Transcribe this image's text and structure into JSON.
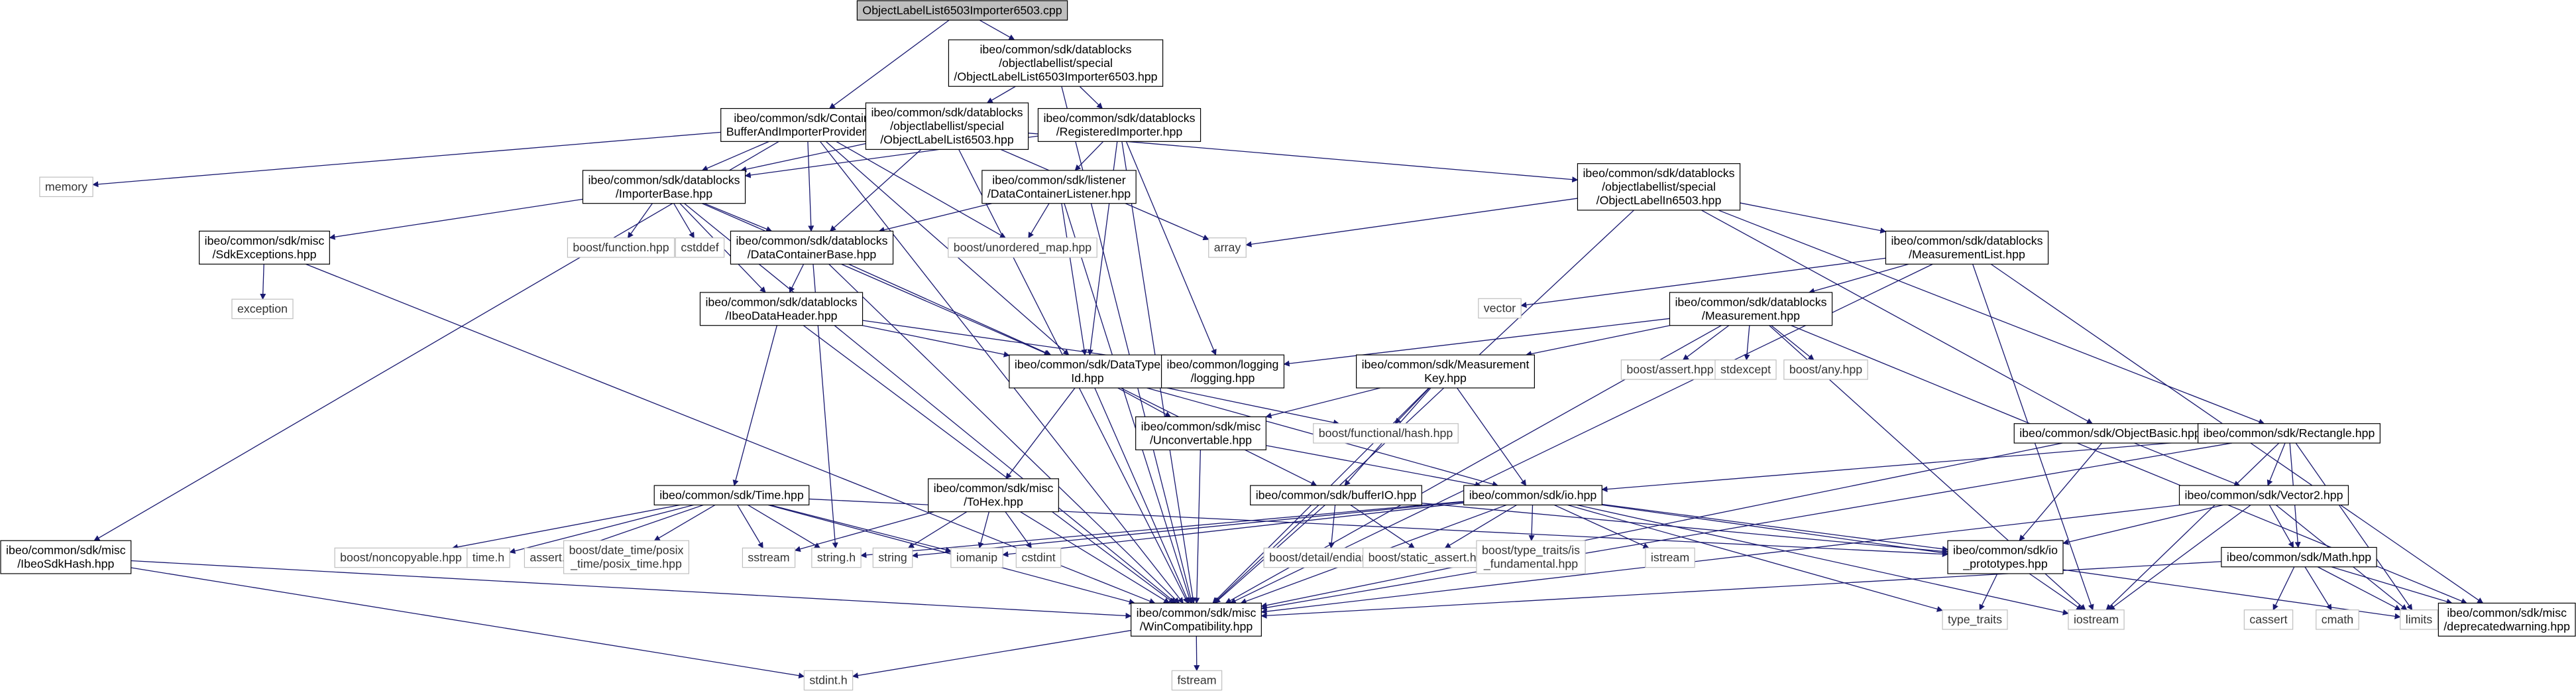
{
  "diagram": {
    "node_color": "#ffffff",
    "root_fill": "#bfbfbf",
    "edge_color": "#191970",
    "leaf_text_color": "#333333",
    "nodes": [
      {
        "id": "root",
        "lines": [
          "ObjectLabelList6503Importer6503.cpp"
        ],
        "root": true
      },
      {
        "id": "imp6503",
        "lines": [
          "ibeo/common/sdk/datablocks",
          "/objectlabellist/special",
          "/ObjectLabelList6503Importer6503.hpp"
        ]
      },
      {
        "id": "cbip",
        "lines": [
          "ibeo/common/sdk/Container",
          "BufferAndImporterProvider.hpp"
        ]
      },
      {
        "id": "oll6503",
        "lines": [
          "ibeo/common/sdk/datablocks",
          "/objectlabellist/special",
          "/ObjectLabelList6503.hpp"
        ]
      },
      {
        "id": "regimp",
        "lines": [
          "ibeo/common/sdk/datablocks",
          "/RegisteredImporter.hpp"
        ]
      },
      {
        "id": "memory",
        "lines": [
          "memory"
        ],
        "leaf": true
      },
      {
        "id": "impbase",
        "lines": [
          "ibeo/common/sdk/datablocks",
          "/ImporterBase.hpp"
        ]
      },
      {
        "id": "dclistener",
        "lines": [
          "ibeo/common/sdk/listener",
          "/DataContainerListener.hpp"
        ]
      },
      {
        "id": "objlabel",
        "lines": [
          "ibeo/common/sdk/datablocks",
          "/objectlabellist/special",
          "/ObjectLabelIn6503.hpp"
        ]
      },
      {
        "id": "sdkexc",
        "lines": [
          "ibeo/common/sdk/misc",
          "/SdkExceptions.hpp"
        ]
      },
      {
        "id": "boostfn",
        "lines": [
          "boost/function.hpp"
        ],
        "leaf": true
      },
      {
        "id": "cstddef",
        "lines": [
          "cstddef"
        ],
        "leaf": true
      },
      {
        "id": "dcbase",
        "lines": [
          "ibeo/common/sdk/datablocks",
          "/DataContainerBase.hpp"
        ]
      },
      {
        "id": "unordmap",
        "lines": [
          "boost/unordered_map.hpp"
        ],
        "leaf": true
      },
      {
        "id": "array",
        "lines": [
          "array"
        ],
        "leaf": true
      },
      {
        "id": "measlist",
        "lines": [
          "ibeo/common/sdk/datablocks",
          "/MeasurementList.hpp"
        ]
      },
      {
        "id": "exception",
        "lines": [
          "exception"
        ],
        "leaf": true
      },
      {
        "id": "ibeohdr",
        "lines": [
          "ibeo/common/sdk/datablocks",
          "/IbeoDataHeader.hpp"
        ]
      },
      {
        "id": "vector",
        "lines": [
          "vector"
        ],
        "leaf": true
      },
      {
        "id": "measurement",
        "lines": [
          "ibeo/common/sdk/datablocks",
          "/Measurement.hpp"
        ]
      },
      {
        "id": "datatype",
        "lines": [
          "ibeo/common/sdk/DataType",
          "Id.hpp"
        ]
      },
      {
        "id": "logging",
        "lines": [
          "ibeo/common/logging",
          "/logging.hpp"
        ]
      },
      {
        "id": "measkey",
        "lines": [
          "ibeo/common/sdk/Measurement",
          "Key.hpp"
        ]
      },
      {
        "id": "bassert",
        "lines": [
          "boost/assert.hpp"
        ],
        "leaf": true
      },
      {
        "id": "stdexcept",
        "lines": [
          "stdexcept"
        ],
        "leaf": true
      },
      {
        "id": "bany",
        "lines": [
          "boost/any.hpp"
        ],
        "leaf": true
      },
      {
        "id": "unconv",
        "lines": [
          "ibeo/common/sdk/misc",
          "/Unconvertable.hpp"
        ]
      },
      {
        "id": "bhash",
        "lines": [
          "boost/functional/hash.hpp"
        ],
        "leaf": true
      },
      {
        "id": "objbasic",
        "lines": [
          "ibeo/common/sdk/ObjectBasic.hpp"
        ]
      },
      {
        "id": "rect",
        "lines": [
          "ibeo/common/sdk/Rectangle.hpp"
        ]
      },
      {
        "id": "time",
        "lines": [
          "ibeo/common/sdk/Time.hpp"
        ]
      },
      {
        "id": "tohex",
        "lines": [
          "ibeo/common/sdk/misc",
          "/ToHex.hpp"
        ]
      },
      {
        "id": "bufferio",
        "lines": [
          "ibeo/common/sdk/bufferIO.hpp"
        ]
      },
      {
        "id": "io",
        "lines": [
          "ibeo/common/sdk/io.hpp"
        ]
      },
      {
        "id": "vec2",
        "lines": [
          "ibeo/common/sdk/Vector2.hpp"
        ]
      },
      {
        "id": "sdkhash",
        "lines": [
          "ibeo/common/sdk/misc",
          "/IbeoSdkHash.hpp"
        ]
      },
      {
        "id": "noncopy",
        "lines": [
          "boost/noncopyable.hpp"
        ],
        "leaf": true
      },
      {
        "id": "timeh",
        "lines": [
          "time.h"
        ],
        "leaf": true
      },
      {
        "id": "asserth",
        "lines": [
          "assert.h"
        ],
        "leaf": true
      },
      {
        "id": "posix",
        "lines": [
          "boost/date_time/posix",
          "_time/posix_time.hpp"
        ],
        "leaf": true
      },
      {
        "id": "sstream",
        "lines": [
          "sstream"
        ],
        "leaf": true
      },
      {
        "id": "stringh",
        "lines": [
          "string.h"
        ],
        "leaf": true
      },
      {
        "id": "string",
        "lines": [
          "string"
        ],
        "leaf": true
      },
      {
        "id": "iomanip",
        "lines": [
          "iomanip"
        ],
        "leaf": true
      },
      {
        "id": "cstdint",
        "lines": [
          "cstdint"
        ],
        "leaf": true
      },
      {
        "id": "endian",
        "lines": [
          "boost/detail/endian.hpp"
        ],
        "leaf": true
      },
      {
        "id": "sassert",
        "lines": [
          "boost/static_assert.hpp"
        ],
        "leaf": true
      },
      {
        "id": "typetraitsf",
        "lines": [
          "boost/type_traits/is",
          "_fundamental.hpp"
        ],
        "leaf": true
      },
      {
        "id": "istream",
        "lines": [
          "istream"
        ],
        "leaf": true
      },
      {
        "id": "ioproto",
        "lines": [
          "ibeo/common/sdk/io",
          "_prototypes.hpp"
        ]
      },
      {
        "id": "mathh",
        "lines": [
          "ibeo/common/sdk/Math.hpp"
        ]
      },
      {
        "id": "wincompat",
        "lines": [
          "ibeo/common/sdk/misc",
          "/WinCompatibility.hpp"
        ]
      },
      {
        "id": "typetraits",
        "lines": [
          "type_traits"
        ],
        "leaf": true
      },
      {
        "id": "ostream",
        "lines": [
          "iostream"
        ],
        "leaf": true
      },
      {
        "id": "cassert",
        "lines": [
          "cassert"
        ],
        "leaf": true
      },
      {
        "id": "cmath",
        "lines": [
          "cmath"
        ],
        "leaf": true
      },
      {
        "id": "limits",
        "lines": [
          "limits"
        ],
        "leaf": true
      },
      {
        "id": "deprec",
        "lines": [
          "ibeo/common/sdk/misc",
          "/deprecatedwarning.hpp"
        ]
      },
      {
        "id": "stdinth",
        "lines": [
          "stdint.h"
        ],
        "leaf": true
      },
      {
        "id": "fstream",
        "lines": [
          "fstream"
        ],
        "leaf": true
      }
    ],
    "edges": [
      [
        "root",
        "imp6503"
      ],
      [
        "root",
        "cbip"
      ],
      [
        "imp6503",
        "oll6503"
      ],
      [
        "imp6503",
        "regimp"
      ],
      [
        "imp6503",
        "wincompat"
      ],
      [
        "cbip",
        "memory"
      ],
      [
        "cbip",
        "impbase"
      ],
      [
        "cbip",
        "dcbase"
      ],
      [
        "cbip",
        "unordmap"
      ],
      [
        "cbip",
        "datatype"
      ],
      [
        "cbip",
        "sdkhash"
      ],
      [
        "cbip",
        "wincompat"
      ],
      [
        "oll6503",
        "impbase"
      ],
      [
        "oll6503",
        "dcbase"
      ],
      [
        "oll6503",
        "objlabel"
      ],
      [
        "oll6503",
        "array"
      ],
      [
        "oll6503",
        "wincompat"
      ],
      [
        "regimp",
        "impbase"
      ],
      [
        "regimp",
        "dclistener"
      ],
      [
        "regimp",
        "datatype"
      ],
      [
        "regimp",
        "logging"
      ],
      [
        "regimp",
        "wincompat"
      ],
      [
        "impbase",
        "sdkexc"
      ],
      [
        "impbase",
        "boostfn"
      ],
      [
        "impbase",
        "cstddef"
      ],
      [
        "impbase",
        "dcbase"
      ],
      [
        "impbase",
        "ibeohdr"
      ],
      [
        "impbase",
        "datatype"
      ],
      [
        "impbase",
        "wincompat"
      ],
      [
        "dclistener",
        "dcbase"
      ],
      [
        "dclistener",
        "unordmap"
      ],
      [
        "dclistener",
        "datatype"
      ],
      [
        "dclistener",
        "wincompat"
      ],
      [
        "objlabel",
        "array"
      ],
      [
        "objlabel",
        "measlist"
      ],
      [
        "objlabel",
        "objbasic"
      ],
      [
        "objlabel",
        "rect"
      ],
      [
        "objlabel",
        "wincompat"
      ],
      [
        "sdkexc",
        "exception"
      ],
      [
        "sdkexc",
        "wincompat"
      ],
      [
        "dcbase",
        "ibeohdr"
      ],
      [
        "dcbase",
        "datatype"
      ],
      [
        "dcbase",
        "stringh"
      ],
      [
        "dcbase",
        "wincompat"
      ],
      [
        "measlist",
        "vector"
      ],
      [
        "measlist",
        "measurement"
      ],
      [
        "measlist",
        "deprec"
      ],
      [
        "measlist",
        "ostream"
      ],
      [
        "measlist",
        "wincompat"
      ],
      [
        "ibeohdr",
        "datatype"
      ],
      [
        "ibeohdr",
        "time"
      ],
      [
        "ibeohdr",
        "logging"
      ],
      [
        "ibeohdr",
        "wincompat"
      ],
      [
        "measurement",
        "logging"
      ],
      [
        "measurement",
        "measkey"
      ],
      [
        "measurement",
        "bassert"
      ],
      [
        "measurement",
        "stdexcept"
      ],
      [
        "measurement",
        "bany"
      ],
      [
        "measurement",
        "deprec"
      ],
      [
        "measurement",
        "ostream"
      ],
      [
        "measurement",
        "wincompat"
      ],
      [
        "datatype",
        "bhash"
      ],
      [
        "datatype",
        "unconv"
      ],
      [
        "datatype",
        "tohex"
      ],
      [
        "datatype",
        "bufferio"
      ],
      [
        "datatype",
        "io"
      ],
      [
        "datatype",
        "wincompat"
      ],
      [
        "measkey",
        "bhash"
      ],
      [
        "measkey",
        "unconv"
      ],
      [
        "measkey",
        "io"
      ],
      [
        "measkey",
        "bufferio"
      ],
      [
        "measkey",
        "wincompat"
      ],
      [
        "unconv",
        "io"
      ],
      [
        "unconv",
        "wincompat"
      ],
      [
        "objbasic",
        "vec2"
      ],
      [
        "objbasic",
        "ioproto"
      ],
      [
        "objbasic",
        "wincompat"
      ],
      [
        "rect",
        "vec2"
      ],
      [
        "rect",
        "io"
      ],
      [
        "rect",
        "mathh"
      ],
      [
        "rect",
        "limits"
      ],
      [
        "rect",
        "ostream"
      ],
      [
        "rect",
        "wincompat"
      ],
      [
        "time",
        "noncopy"
      ],
      [
        "time",
        "timeh"
      ],
      [
        "time",
        "asserth"
      ],
      [
        "time",
        "posix"
      ],
      [
        "time",
        "sstream"
      ],
      [
        "time",
        "stringh"
      ],
      [
        "time",
        "iomanip"
      ],
      [
        "time",
        "ioproto"
      ],
      [
        "time",
        "wincompat"
      ],
      [
        "tohex",
        "sstream"
      ],
      [
        "tohex",
        "iomanip"
      ],
      [
        "tohex",
        "cstdint"
      ],
      [
        "tohex",
        "string"
      ],
      [
        "tohex",
        "wincompat"
      ],
      [
        "bufferio",
        "endian"
      ],
      [
        "bufferio",
        "sassert"
      ],
      [
        "bufferio",
        "ioproto"
      ],
      [
        "bufferio",
        "wincompat"
      ],
      [
        "io",
        "string"
      ],
      [
        "io",
        "iomanip"
      ],
      [
        "io",
        "sassert"
      ],
      [
        "io",
        "typetraitsf"
      ],
      [
        "io",
        "istream"
      ],
      [
        "io",
        "ioproto"
      ],
      [
        "io",
        "typetraits"
      ],
      [
        "io",
        "ostream"
      ],
      [
        "io",
        "limits"
      ],
      [
        "io",
        "stringh"
      ],
      [
        "io",
        "wincompat"
      ],
      [
        "vec2",
        "ioproto"
      ],
      [
        "vec2",
        "mathh"
      ],
      [
        "vec2",
        "limits"
      ],
      [
        "vec2",
        "ostream"
      ],
      [
        "vec2",
        "wincompat"
      ],
      [
        "sdkhash",
        "stdinth"
      ],
      [
        "sdkhash",
        "wincompat"
      ],
      [
        "ioproto",
        "typetraits"
      ],
      [
        "ioproto",
        "ostream"
      ],
      [
        "mathh",
        "cassert"
      ],
      [
        "mathh",
        "cmath"
      ],
      [
        "mathh",
        "limits"
      ],
      [
        "mathh",
        "deprec"
      ],
      [
        "mathh",
        "wincompat"
      ],
      [
        "wincompat",
        "stdinth"
      ],
      [
        "wincompat",
        "fstream"
      ]
    ]
  }
}
